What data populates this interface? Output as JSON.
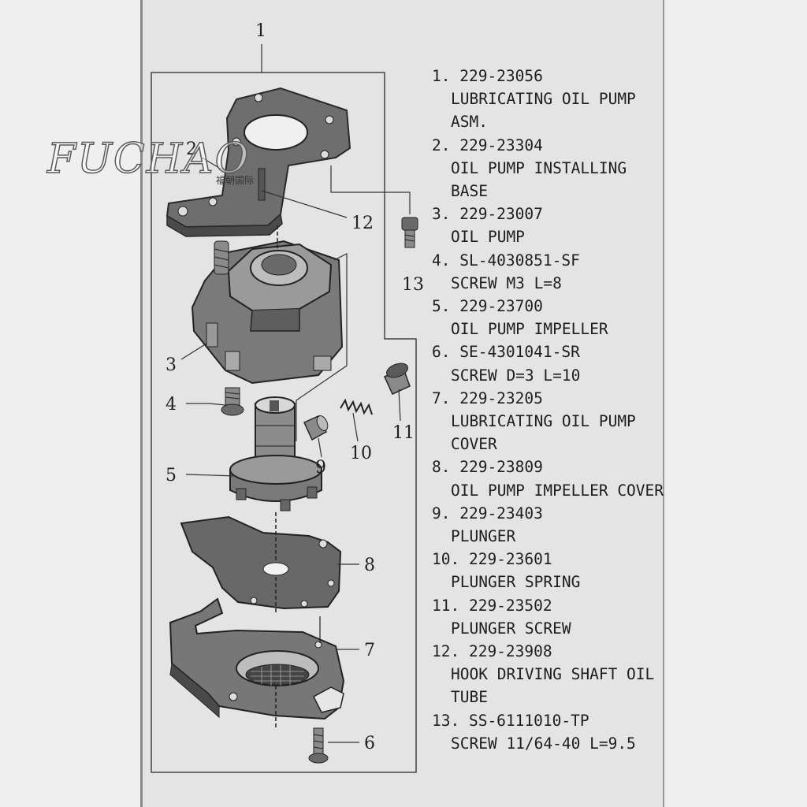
{
  "watermark": {
    "brand": "FUCHAO",
    "sub": "福朝国际"
  },
  "callouts": [
    "1",
    "2",
    "3",
    "4",
    "5",
    "6",
    "7",
    "8",
    "9",
    "10",
    "11",
    "12",
    "13"
  ],
  "parts": [
    {
      "code": "1. 229-23056",
      "lines": [
        "LUBRICATING OIL PUMP",
        "ASM."
      ]
    },
    {
      "code": "2. 229-23304",
      "lines": [
        "OIL PUMP INSTALLING",
        "BASE"
      ]
    },
    {
      "code": "3. 229-23007",
      "lines": [
        "OIL PUMP"
      ]
    },
    {
      "code": "4. SL-4030851-SF",
      "lines": [
        "SCREW M3 L=8"
      ]
    },
    {
      "code": "5. 229-23700",
      "lines": [
        "OIL PUMP IMPELLER"
      ]
    },
    {
      "code": "6. SE-4301041-SR",
      "lines": [
        "SCREW D=3 L=10"
      ]
    },
    {
      "code": "7. 229-23205",
      "lines": [
        "LUBRICATING OIL PUMP",
        "COVER"
      ]
    },
    {
      "code": "8. 229-23809",
      "lines": [
        "OIL PUMP IMPELLER COVER"
      ]
    },
    {
      "code": "9. 229-23403",
      "lines": [
        "PLUNGER"
      ]
    },
    {
      "code": "10. 229-23601",
      "lines": [
        "PLUNGER SPRING"
      ]
    },
    {
      "code": "11. 229-23502",
      "lines": [
        "PLUNGER SCREW"
      ]
    },
    {
      "code": "12. 229-23908",
      "lines": [
        "HOOK DRIVING SHAFT OIL",
        "TUBE"
      ]
    },
    {
      "code": "13. SS-6111010-TP",
      "lines": [
        "SCREW 11/64-40 L=9.5"
      ]
    }
  ]
}
